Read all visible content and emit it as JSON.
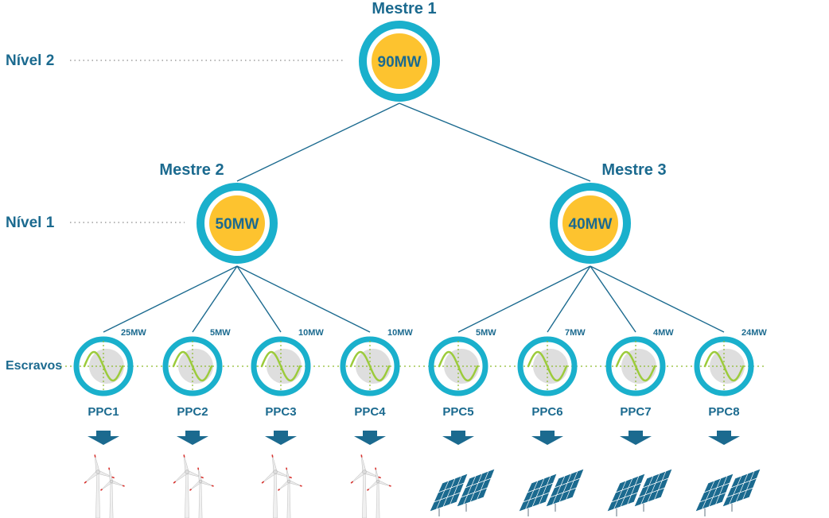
{
  "levels": {
    "level2": "Nível 2",
    "level1": "Nível 1",
    "slaves": "Escravos"
  },
  "masters": [
    {
      "title": "Mestre 1",
      "power": "90MW"
    },
    {
      "title": "Mestre 2",
      "power": "50MW"
    },
    {
      "title": "Mestre 3",
      "power": "40MW"
    }
  ],
  "ppcs": [
    {
      "name": "PPC1",
      "power": "25MW",
      "source": "wind-turbines"
    },
    {
      "name": "PPC2",
      "power": "5MW",
      "source": "wind-turbines"
    },
    {
      "name": "PPC3",
      "power": "10MW",
      "source": "wind-turbines"
    },
    {
      "name": "PPC4",
      "power": "10MW",
      "source": "wind-turbines"
    },
    {
      "name": "PPC5",
      "power": "5MW",
      "source": "solar-panels"
    },
    {
      "name": "PPC6",
      "power": "7MW",
      "source": "solar-panels"
    },
    {
      "name": "PPC7",
      "power": "4MW",
      "source": "solar-panels"
    },
    {
      "name": "PPC8",
      "power": "24MW",
      "source": "solar-panels"
    }
  ],
  "colors": {
    "ring": "#1ab0cc",
    "core": "#fdc32f",
    "text": "#1b6a8f",
    "line": "#1b6a8f",
    "wave": "#9ccb3b",
    "dots": "#8dbb2d",
    "disc": "#dedede",
    "arrow": "#1b6a8f",
    "panel": "#1b6a8f"
  }
}
